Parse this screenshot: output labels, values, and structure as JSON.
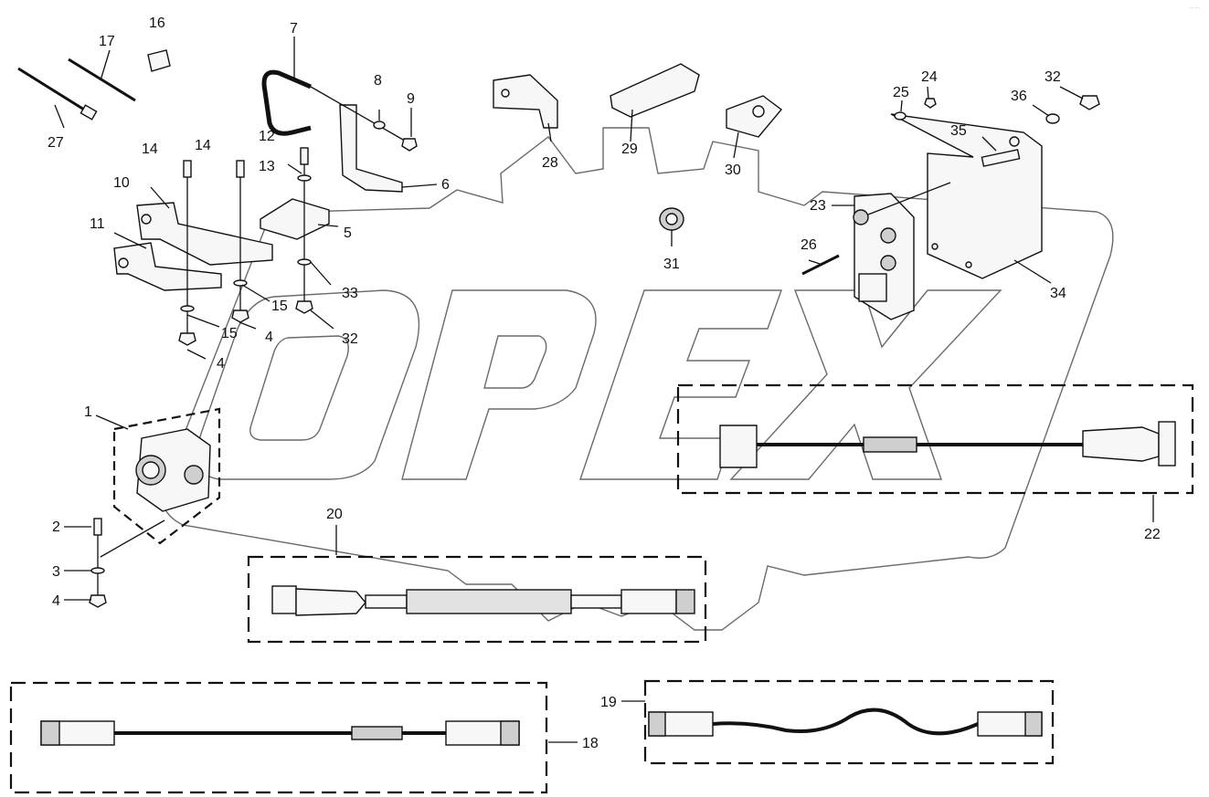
{
  "callouts": [
    "1",
    "2",
    "3",
    "4",
    "4",
    "4",
    "5",
    "6",
    "7",
    "8",
    "9",
    "10",
    "11",
    "12",
    "13",
    "14",
    "14",
    "15",
    "15",
    "16",
    "17",
    "18",
    "19",
    "20",
    "22",
    "23",
    "24",
    "25",
    "26",
    "27",
    "28",
    "29",
    "30",
    "31",
    "32",
    "32",
    "33",
    "34",
    "35",
    "36"
  ],
  "watermark": {
    "text": "OPEX"
  },
  "corner_mark": "·· ···"
}
